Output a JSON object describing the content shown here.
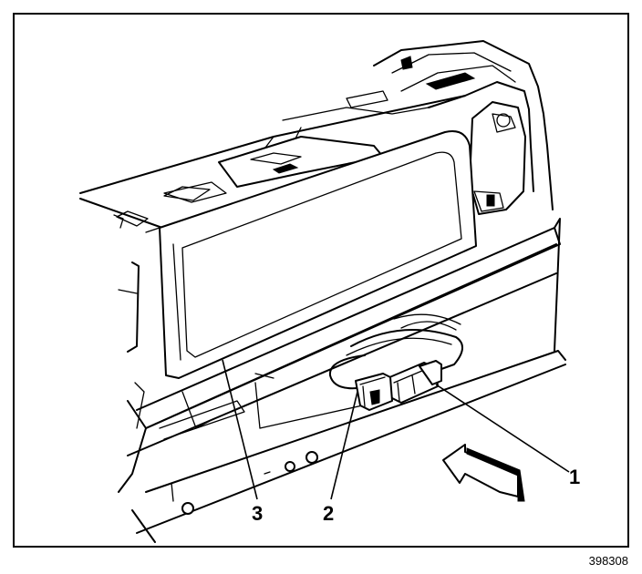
{
  "figure": {
    "figure_id": "398308",
    "callouts": [
      {
        "label": "1",
        "part": "connector"
      },
      {
        "label": "2",
        "part": "connector-lock"
      },
      {
        "label": "3",
        "part": "panel"
      }
    ],
    "colors": {
      "line": "#000000",
      "background": "#ffffff"
    }
  }
}
